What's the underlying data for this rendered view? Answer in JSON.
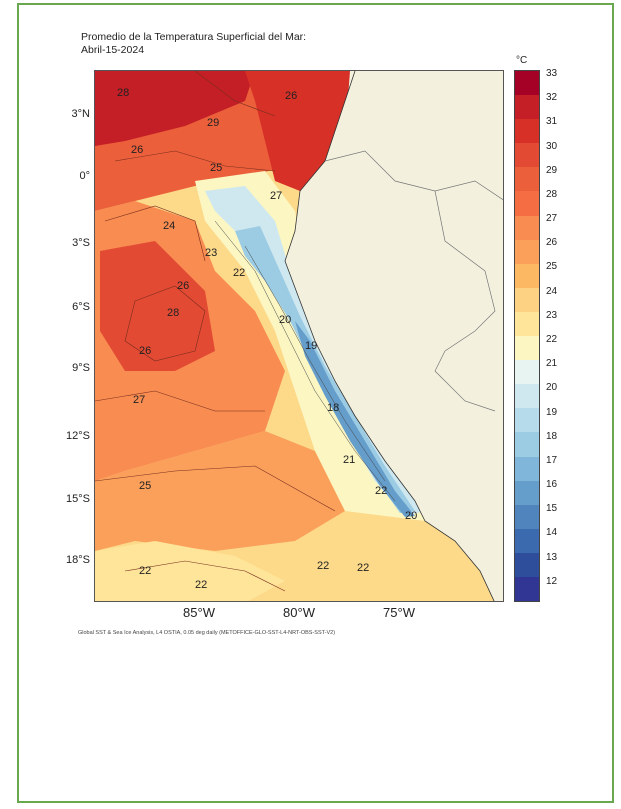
{
  "title": {
    "line1": "Promedio de la Temperatura Superficial del Mar:",
    "line2": "Abril-15-2024"
  },
  "colorbar": {
    "unit": "°C",
    "ticks": [
      "33",
      "32",
      "31",
      "30",
      "29",
      "28",
      "27",
      "26",
      "25",
      "24",
      "23",
      "22",
      "21",
      "20",
      "19",
      "18",
      "17",
      "16",
      "15",
      "14",
      "13",
      "12"
    ],
    "colors": [
      "#a50026",
      "#c41e26",
      "#d73027",
      "#e34a33",
      "#ec5f3b",
      "#f46d43",
      "#f88c51",
      "#fba05b",
      "#fdb863",
      "#fed283",
      "#fee59a",
      "#fbf6c2",
      "#e8f4f1",
      "#cfe8f0",
      "#b6dcec",
      "#9ccce4",
      "#7fb6d9",
      "#659dcb",
      "#4f84bd",
      "#3b6aae",
      "#2e4e9c",
      "#313695"
    ]
  },
  "axes": {
    "lat_labels": [
      "3°N",
      "0°",
      "3°S",
      "6°S",
      "9°S",
      "12°S",
      "15°S",
      "18°S"
    ],
    "lon_labels": [
      "85°W",
      "80°W",
      "75°W"
    ]
  },
  "contours": [
    {
      "text": "28"
    },
    {
      "text": "29"
    },
    {
      "text": "26"
    },
    {
      "text": "25"
    },
    {
      "text": "26"
    },
    {
      "text": "27"
    },
    {
      "text": "24"
    },
    {
      "text": "23"
    },
    {
      "text": "22"
    },
    {
      "text": "20"
    },
    {
      "text": "19"
    },
    {
      "text": "26"
    },
    {
      "text": "28"
    },
    {
      "text": "26"
    },
    {
      "text": "27"
    },
    {
      "text": "18"
    },
    {
      "text": "21"
    },
    {
      "text": "22"
    },
    {
      "text": "20"
    },
    {
      "text": "25"
    },
    {
      "text": "22"
    },
    {
      "text": "22"
    },
    {
      "text": "22"
    },
    {
      "text": "22"
    }
  ],
  "credit": "Global SST & Sea Ice Analysis, L4 OSTIA, 0.05 deg daily (METOFFICE-GLO-SST-L4-NRT-OBS-SST-V2)",
  "colors": {
    "land": "#f3f1de",
    "frame_border": "#6aa84f"
  }
}
